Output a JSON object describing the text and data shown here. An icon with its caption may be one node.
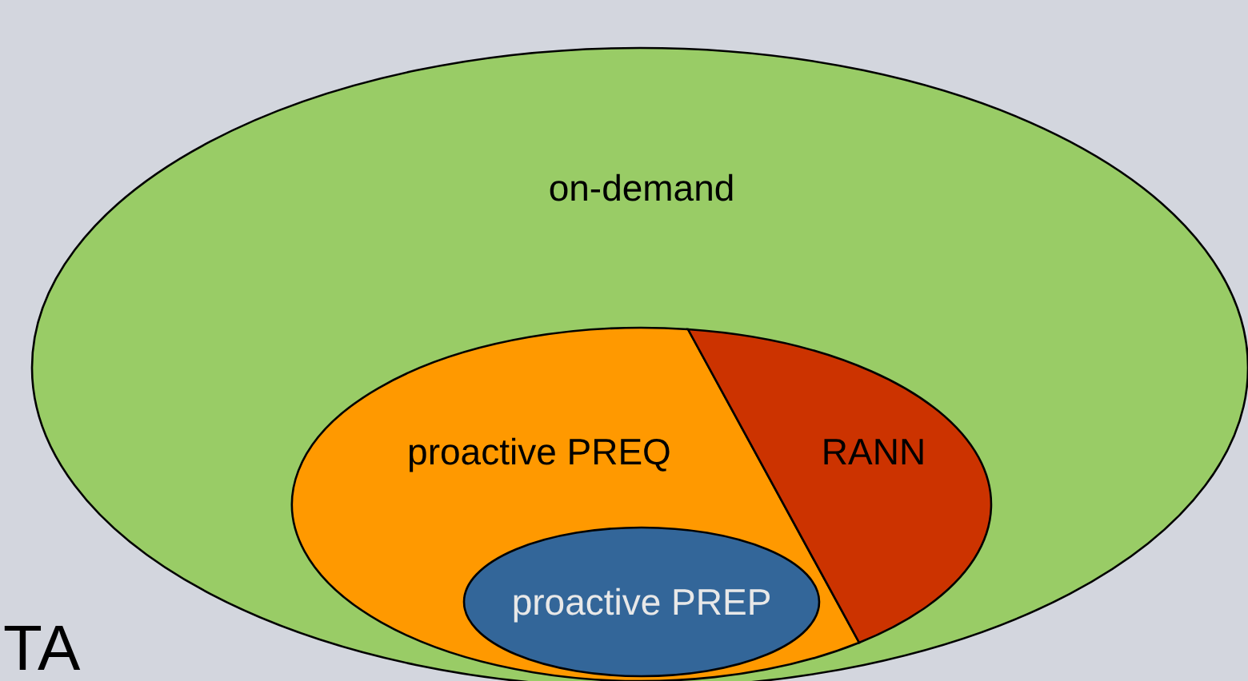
{
  "diagram": {
    "nodes": [
      {
        "text": [
          "on-demand"
        ]
      },
      {
        "text": [
          "proactive PREQ"
        ],
        "in": 0
      },
      {
        "text": [
          "RANN"
        ],
        "in": 0
      },
      {
        "text": [
          "proactive PREP"
        ],
        "in": 1
      }
    ],
    "labels": [
      "TA"
    ]
  }
}
